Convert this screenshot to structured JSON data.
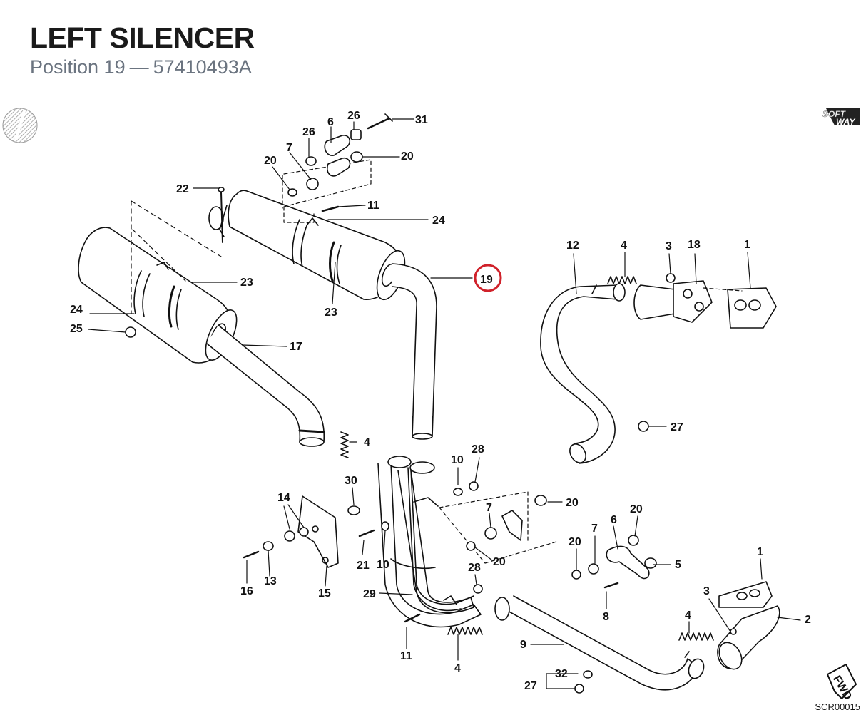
{
  "header": {
    "title": "LEFT SILENCER",
    "position_label": "Position 19",
    "separator": "—",
    "part_number": "57410493A"
  },
  "diagram": {
    "brand_logo_text": [
      "SOFT",
      "WAY"
    ],
    "fwd_badge": "FWD",
    "drawing_code": "SCR00015",
    "highlighted_callout": "19",
    "highlight_color": "#d0212a",
    "callouts": [
      {
        "id": "c31",
        "text": "31"
      },
      {
        "id": "c26a",
        "text": "26"
      },
      {
        "id": "c6a",
        "text": "6"
      },
      {
        "id": "c26b",
        "text": "26"
      },
      {
        "id": "c7a",
        "text": "7"
      },
      {
        "id": "c20a",
        "text": "20"
      },
      {
        "id": "c20b",
        "text": "20"
      },
      {
        "id": "c22",
        "text": "22"
      },
      {
        "id": "c11a",
        "text": "11"
      },
      {
        "id": "c24a",
        "text": "24"
      },
      {
        "id": "c23a",
        "text": "23"
      },
      {
        "id": "c23b",
        "text": "23"
      },
      {
        "id": "c24b",
        "text": "24"
      },
      {
        "id": "c25",
        "text": "25"
      },
      {
        "id": "c17",
        "text": "17"
      },
      {
        "id": "c19",
        "text": "19"
      },
      {
        "id": "c4a",
        "text": "4"
      },
      {
        "id": "c12",
        "text": "12"
      },
      {
        "id": "c4b",
        "text": "4"
      },
      {
        "id": "c3a",
        "text": "3"
      },
      {
        "id": "c18",
        "text": "18"
      },
      {
        "id": "c1a",
        "text": "1"
      },
      {
        "id": "c27a",
        "text": "27"
      },
      {
        "id": "c10a",
        "text": "10"
      },
      {
        "id": "c28a",
        "text": "28"
      },
      {
        "id": "c30",
        "text": "30"
      },
      {
        "id": "c14",
        "text": "14"
      },
      {
        "id": "c20c",
        "text": "20"
      },
      {
        "id": "c7b",
        "text": "7"
      },
      {
        "id": "c6b",
        "text": "6"
      },
      {
        "id": "c20d",
        "text": "20"
      },
      {
        "id": "c20e",
        "text": "20"
      },
      {
        "id": "c7c",
        "text": "7"
      },
      {
        "id": "c20f",
        "text": "20"
      },
      {
        "id": "c5",
        "text": "5"
      },
      {
        "id": "c16",
        "text": "16"
      },
      {
        "id": "c13",
        "text": "13"
      },
      {
        "id": "c15",
        "text": "15"
      },
      {
        "id": "c21",
        "text": "21"
      },
      {
        "id": "c10b",
        "text": "10"
      },
      {
        "id": "c28b",
        "text": "28"
      },
      {
        "id": "c29",
        "text": "29"
      },
      {
        "id": "c8",
        "text": "8"
      },
      {
        "id": "c1b",
        "text": "1"
      },
      {
        "id": "c3b",
        "text": "3"
      },
      {
        "id": "c2",
        "text": "2"
      },
      {
        "id": "c4c",
        "text": "4"
      },
      {
        "id": "c11b",
        "text": "11"
      },
      {
        "id": "c4d",
        "text": "4"
      },
      {
        "id": "c9",
        "text": "9"
      },
      {
        "id": "c32",
        "text": "32"
      },
      {
        "id": "c27b",
        "text": "27"
      }
    ]
  }
}
